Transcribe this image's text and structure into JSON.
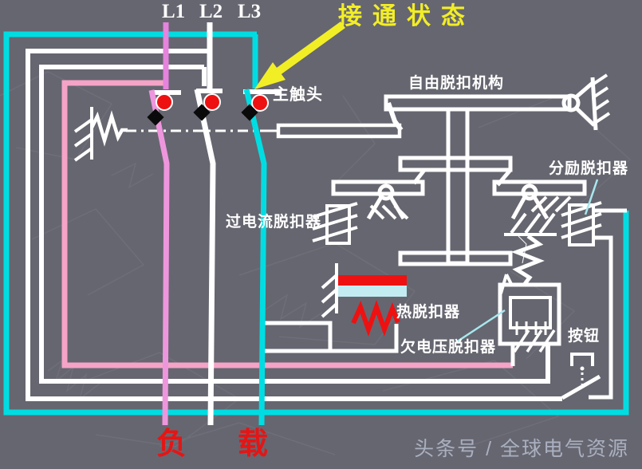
{
  "diagram": {
    "state_title": "接通状态",
    "phases": [
      "L1",
      "L2",
      "L3"
    ],
    "labels": {
      "main_contact": "主触头",
      "free_trip_mechanism": "自由脱扣机构",
      "shunt_release": "分励脱扣器",
      "overcurrent_release": "过电流脱扣器",
      "thermal_release": "热脱扣器",
      "undervoltage_release": "欠电压脱扣器",
      "button": "按钮"
    },
    "load": {
      "left_char": "负",
      "right_char": "载"
    },
    "watermark": "头条号 / 全球电气资源",
    "colors": {
      "background": "#666670",
      "wire_white": "#ffffff",
      "wire_cyan": "#00dde2",
      "wire_pink": "#f5a3c7",
      "wire_violet": "#e78ade",
      "contact_red": "#ee1111",
      "state_yellow": "#f2ee26",
      "load_red": "#e51515",
      "bimetal_light": "#c2ecf2",
      "leader_cyan": "#a8e8ee",
      "watermark_gray": "#aab0c0"
    }
  }
}
